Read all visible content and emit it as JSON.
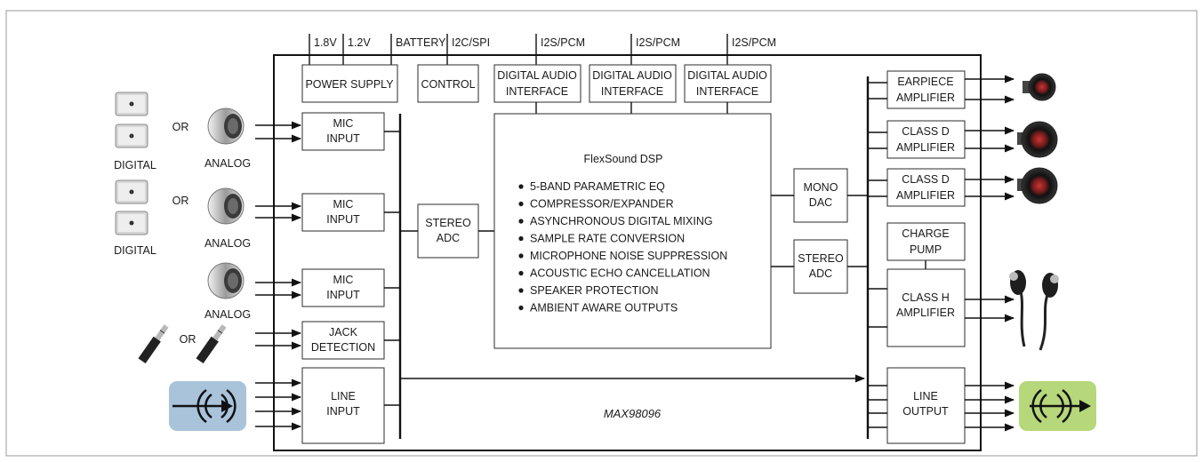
{
  "chip": {
    "name": "MAX98096"
  },
  "rails": {
    "v18": "1.8V",
    "v12": "1.2V",
    "battery": "BATTERY",
    "i2c": "I2C/SPI",
    "i2s": "I2S/PCM"
  },
  "blocks": {
    "power_supply": "POWER SUPPLY",
    "control": "CONTROL",
    "dai": [
      "DIGITAL AUDIO",
      "INTERFACE"
    ],
    "mic_input": [
      "MIC",
      "INPUT"
    ],
    "jack_detection": [
      "JACK",
      "DETECTION"
    ],
    "line_input": [
      "LINE",
      "INPUT"
    ],
    "stereo_adc": [
      "STEREO",
      "ADC"
    ],
    "mono_dac": [
      "MONO",
      "DAC"
    ],
    "earpiece_amp": [
      "EARPIECE",
      "AMPLIFIER"
    ],
    "class_d_amp": [
      "CLASS D",
      "AMPLIFIER"
    ],
    "charge_pump": [
      "CHARGE",
      "PUMP"
    ],
    "class_h_amp": [
      "CLASS H",
      "AMPLIFIER"
    ],
    "line_output": [
      "LINE",
      "OUTPUT"
    ]
  },
  "dsp": {
    "title": "FlexSound DSP",
    "features": [
      "5-BAND PARAMETRIC EQ",
      "COMPRESSOR/EXPANDER",
      "ASYNCHRONOUS DIGITAL MIXING",
      "SAMPLE RATE CONVERSION",
      "MICROPHONE NOISE SUPPRESSION",
      "ACOUSTIC ECHO CANCELLATION",
      "SPEAKER PROTECTION",
      "AMBIENT AWARE OUTPUTS"
    ]
  },
  "sources": {
    "or": "OR",
    "digital": "DIGITAL",
    "analog": "ANALOG"
  },
  "colors": {
    "line_in_badge": "#a9c3db",
    "line_out_badge": "#b6d77a",
    "frame": "#9a9a9a"
  },
  "icons": [
    "digital-mic-icon",
    "analog-mic-icon",
    "audio-jack-icon",
    "line-in-icon",
    "speaker-icon",
    "earphones-icon",
    "line-out-icon"
  ]
}
